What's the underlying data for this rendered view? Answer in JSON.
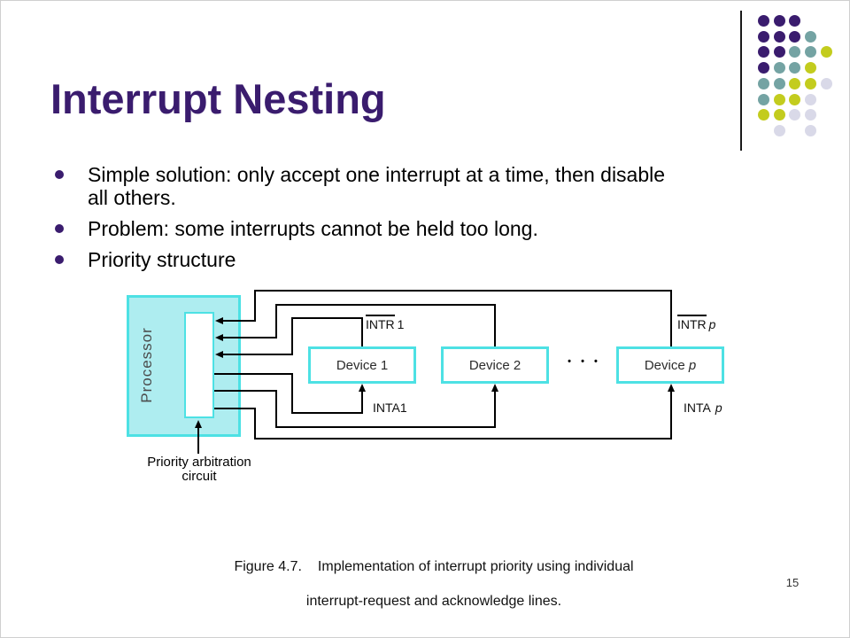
{
  "slide": {
    "title": "Interrupt Nesting",
    "page_number": "15"
  },
  "bullets": [
    {
      "lines": [
        "Simple solution: only accept one interrupt at a time, then disable",
        "all others."
      ]
    },
    {
      "lines": [
        "Problem: some interrupts cannot be held too long."
      ]
    },
    {
      "lines": [
        "Priority structure"
      ]
    }
  ],
  "diagram": {
    "processor_label": "Processor",
    "arbitration_label_line1": "Priority arbitration",
    "arbitration_label_line2": "circuit",
    "devices": [
      {
        "label": "Device 1",
        "italic_suffix": ""
      },
      {
        "label": "Device 2",
        "italic_suffix": ""
      },
      {
        "label": "Device ",
        "italic_suffix": "p"
      }
    ],
    "ellipsis": "• • •",
    "signal_labels": {
      "intr1": {
        "overlined": "INTR",
        "suffix": "1"
      },
      "inta1": {
        "text": "INTA1"
      },
      "intrp": {
        "overlined": "INTR",
        "italic_suffix": "p"
      },
      "intap": {
        "text": "INTA",
        "italic_suffix": "p"
      }
    }
  },
  "caption": {
    "figure_label": "Figure 4.7.",
    "line1": "Implementation of interrupt priority using individual",
    "line2": "interrupt-request and acknowledge lines."
  },
  "decoration": {
    "colors": {
      "P": "#3A1C6E",
      "T": "#74A3A3",
      "Y": "#C3CC1E",
      "L": "#D9D9E8"
    },
    "dot_grid": [
      [
        "P",
        "P",
        "P",
        "",
        ""
      ],
      [
        "P",
        "P",
        "P",
        "T",
        ""
      ],
      [
        "P",
        "P",
        "T",
        "T",
        "Y"
      ],
      [
        "P",
        "T",
        "T",
        "Y",
        ""
      ],
      [
        "T",
        "T",
        "Y",
        "Y",
        "L"
      ],
      [
        "T",
        "Y",
        "Y",
        "L",
        ""
      ],
      [
        "Y",
        "Y",
        "L",
        "L",
        ""
      ],
      [
        "",
        "L",
        "",
        "L",
        ""
      ]
    ]
  },
  "colors": {
    "title_purple": "#3A1C6E",
    "cyan_fill": "#AEEDF0",
    "cyan_border": "#4DE1E4",
    "line_black": "#000000"
  }
}
